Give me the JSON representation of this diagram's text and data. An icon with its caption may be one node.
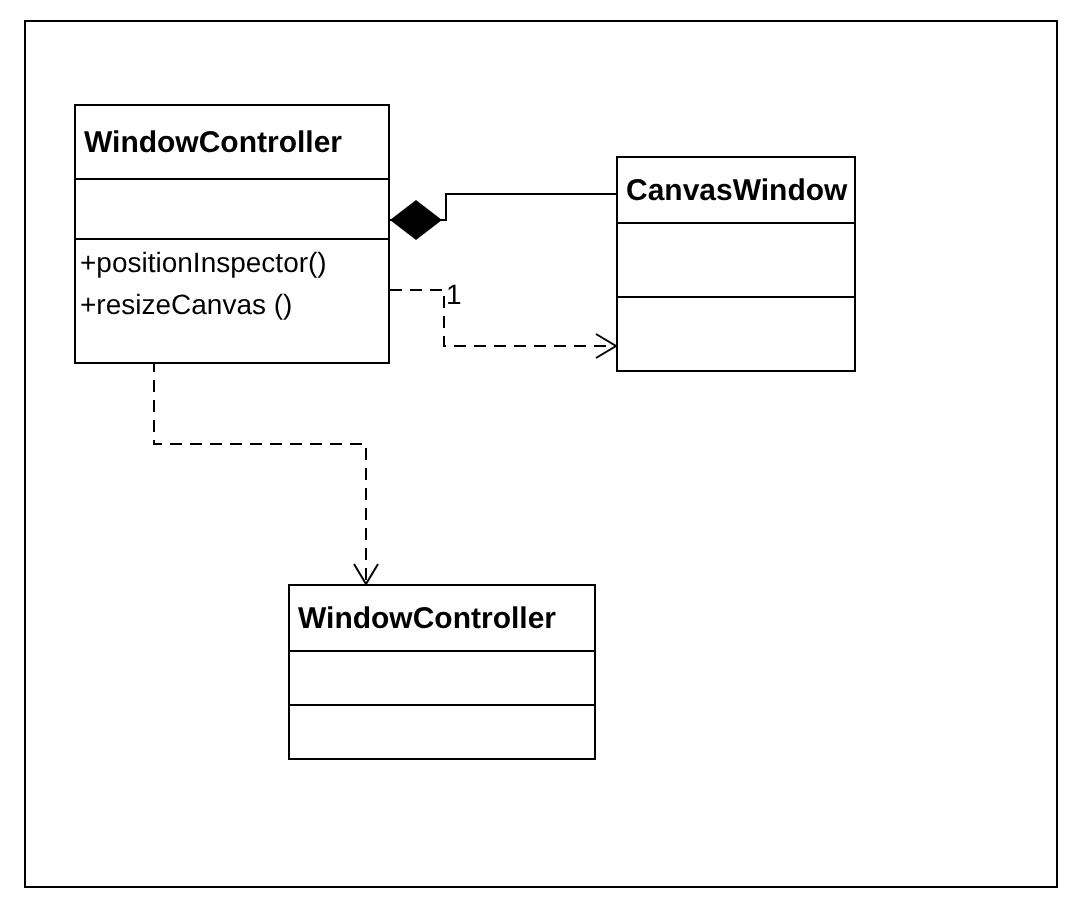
{
  "diagram": {
    "nodes": [
      {
        "text": [
          "WindowController",
          "+positionInspector()",
          "+resizeCanvas ()"
        ]
      },
      {
        "text": [
          "CanvasWindow"
        ]
      },
      {
        "text": [
          "WindowController"
        ]
      }
    ],
    "edges": [
      {
        "from": 0,
        "to": 1,
        "arrow": "other"
      },
      {
        "from": 0,
        "to": 1,
        "arrow": "to",
        "style": "dashed",
        "label": "1"
      },
      {
        "from": 0,
        "to": 2,
        "arrow": "to",
        "style": "dashed"
      }
    ]
  }
}
